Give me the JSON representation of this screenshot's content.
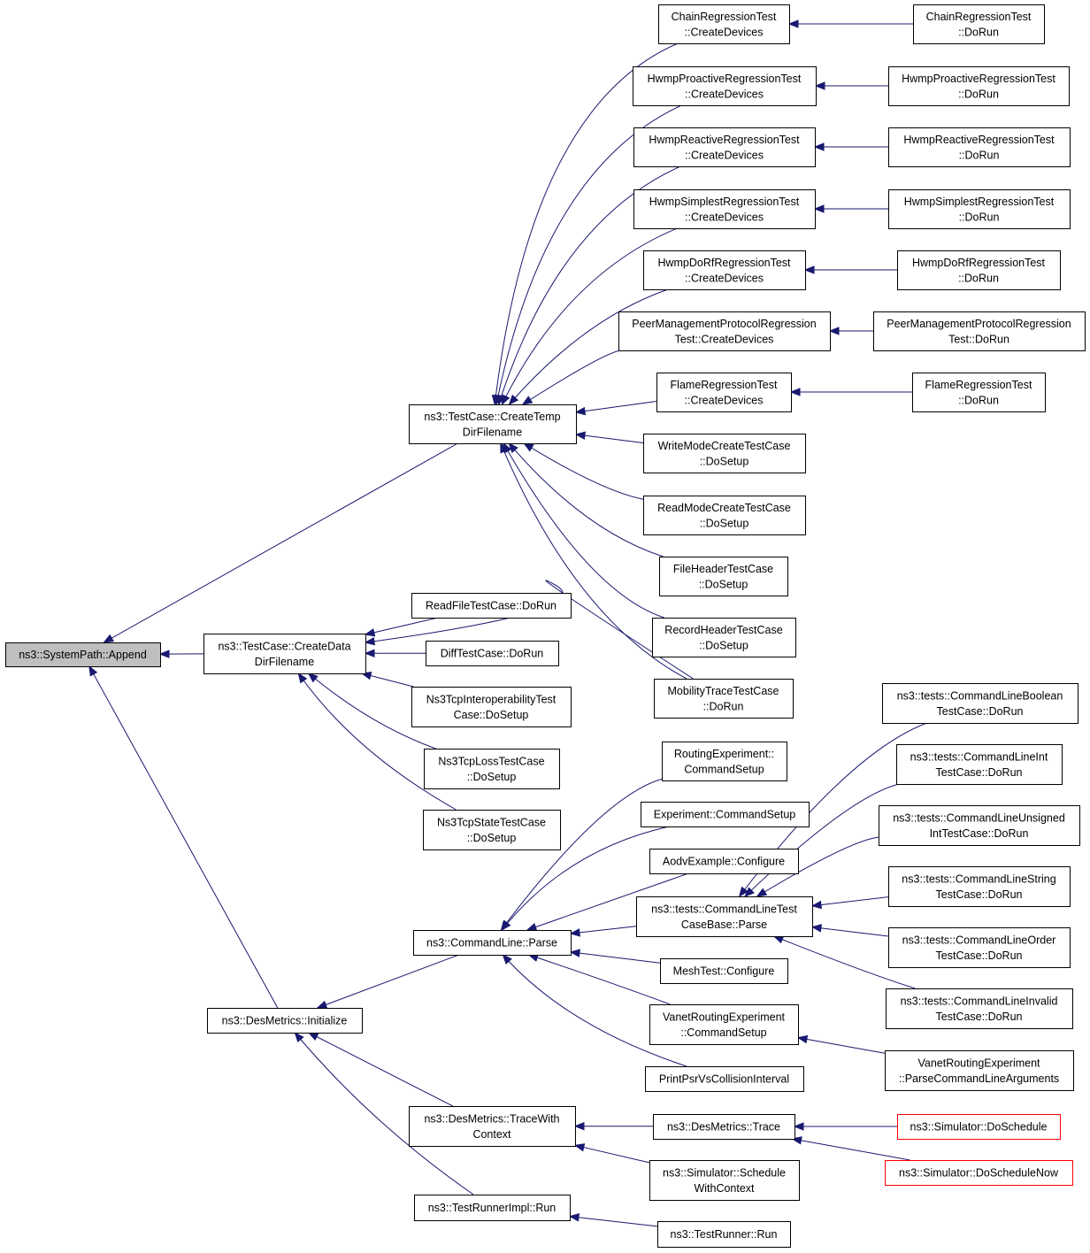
{
  "diagram": {
    "type": "call-graph",
    "colors": {
      "edge": "#191970",
      "root_fill": "#bfbfbf",
      "truncated_border": "#ff0000",
      "node_border": "#000000"
    },
    "nodes": [
      {
        "id": "append",
        "lines": [
          "ns3::SystemPath::Append"
        ],
        "root": true
      },
      {
        "id": "createTemp",
        "lines": [
          "ns3::TestCase::CreateTemp",
          "DirFilename"
        ]
      },
      {
        "id": "createData",
        "lines": [
          "ns3::TestCase::CreateData",
          "DirFilename"
        ]
      },
      {
        "id": "desInit",
        "lines": [
          "ns3::DesMetrics::Initialize"
        ]
      },
      {
        "id": "chainCD",
        "lines": [
          "ChainRegressionTest",
          "::CreateDevices"
        ]
      },
      {
        "id": "chainRun",
        "lines": [
          "ChainRegressionTest",
          "::DoRun"
        ]
      },
      {
        "id": "proCD",
        "lines": [
          "HwmpProactiveRegressionTest",
          "::CreateDevices"
        ]
      },
      {
        "id": "proRun",
        "lines": [
          "HwmpProactiveRegressionTest",
          "::DoRun"
        ]
      },
      {
        "id": "reaCD",
        "lines": [
          "HwmpReactiveRegressionTest",
          "::CreateDevices"
        ]
      },
      {
        "id": "reaRun",
        "lines": [
          "HwmpReactiveRegressionTest",
          "::DoRun"
        ]
      },
      {
        "id": "simCD",
        "lines": [
          "HwmpSimplestRegressionTest",
          "::CreateDevices"
        ]
      },
      {
        "id": "simRun",
        "lines": [
          "HwmpSimplestRegressionTest",
          "::DoRun"
        ]
      },
      {
        "id": "dorfCD",
        "lines": [
          "HwmpDoRfRegressionTest",
          "::CreateDevices"
        ]
      },
      {
        "id": "dorfRun",
        "lines": [
          "HwmpDoRfRegressionTest",
          "::DoRun"
        ]
      },
      {
        "id": "peerCD",
        "lines": [
          "PeerManagementProtocolRegression",
          "Test::CreateDevices"
        ]
      },
      {
        "id": "peerRun",
        "lines": [
          "PeerManagementProtocolRegression",
          "Test::DoRun"
        ]
      },
      {
        "id": "flameCD",
        "lines": [
          "FlameRegressionTest",
          "::CreateDevices"
        ]
      },
      {
        "id": "flameRun",
        "lines": [
          "FlameRegressionTest",
          "::DoRun"
        ]
      },
      {
        "id": "writeMode",
        "lines": [
          "WriteModeCreateTestCase",
          "::DoSetup"
        ]
      },
      {
        "id": "readMode",
        "lines": [
          "ReadModeCreateTestCase",
          "::DoSetup"
        ]
      },
      {
        "id": "fileHeader",
        "lines": [
          "FileHeaderTestCase",
          "::DoSetup"
        ]
      },
      {
        "id": "recordHeader",
        "lines": [
          "RecordHeaderTestCase",
          "::DoSetup"
        ]
      },
      {
        "id": "mobility",
        "lines": [
          "MobilityTraceTestCase",
          "::DoRun"
        ]
      },
      {
        "id": "readFile",
        "lines": [
          "ReadFileTestCase::DoRun"
        ]
      },
      {
        "id": "diffTest",
        "lines": [
          "DiffTestCase::DoRun"
        ]
      },
      {
        "id": "tcpInterop",
        "lines": [
          "Ns3TcpInteroperabilityTest",
          "Case::DoSetup"
        ]
      },
      {
        "id": "tcpLoss",
        "lines": [
          "Ns3TcpLossTestCase",
          "::DoSetup"
        ]
      },
      {
        "id": "tcpState",
        "lines": [
          "Ns3TcpStateTestCase",
          "::DoSetup"
        ]
      },
      {
        "id": "cmdParse",
        "lines": [
          "ns3::CommandLine::Parse"
        ]
      },
      {
        "id": "routingExp",
        "lines": [
          "RoutingExperiment::",
          "CommandSetup"
        ]
      },
      {
        "id": "experiment",
        "lines": [
          "Experiment::CommandSetup"
        ]
      },
      {
        "id": "aodv",
        "lines": [
          "AodvExample::Configure"
        ]
      },
      {
        "id": "cltParse",
        "lines": [
          "ns3::tests::CommandLineTest",
          "CaseBase::Parse"
        ]
      },
      {
        "id": "meshTest",
        "lines": [
          "MeshTest::Configure"
        ]
      },
      {
        "id": "vanetCS",
        "lines": [
          "VanetRoutingExperiment",
          "::CommandSetup"
        ]
      },
      {
        "id": "printPsr",
        "lines": [
          "PrintPsrVsCollisionInterval"
        ]
      },
      {
        "id": "clBool",
        "lines": [
          "ns3::tests::CommandLineBoolean",
          "TestCase::DoRun"
        ]
      },
      {
        "id": "clInt",
        "lines": [
          "ns3::tests::CommandLineInt",
          "TestCase::DoRun"
        ]
      },
      {
        "id": "clUnsigned",
        "lines": [
          "ns3::tests::CommandLineUnsigned",
          "IntTestCase::DoRun"
        ]
      },
      {
        "id": "clString",
        "lines": [
          "ns3::tests::CommandLineString",
          "TestCase::DoRun"
        ]
      },
      {
        "id": "clOrder",
        "lines": [
          "ns3::tests::CommandLineOrder",
          "TestCase::DoRun"
        ]
      },
      {
        "id": "clInvalid",
        "lines": [
          "ns3::tests::CommandLineInvalid",
          "TestCase::DoRun"
        ]
      },
      {
        "id": "vanetParse",
        "lines": [
          "VanetRoutingExperiment",
          "::ParseCommandLineArguments"
        ]
      },
      {
        "id": "traceWith",
        "lines": [
          "ns3::DesMetrics::TraceWith",
          "Context"
        ]
      },
      {
        "id": "testRunnerImpl",
        "lines": [
          "ns3::TestRunnerImpl::Run"
        ]
      },
      {
        "id": "desTrace",
        "lines": [
          "ns3::DesMetrics::Trace"
        ]
      },
      {
        "id": "simSchedule",
        "lines": [
          "ns3::Simulator::Schedule",
          "WithContext"
        ]
      },
      {
        "id": "testRunner",
        "lines": [
          "ns3::TestRunner::Run"
        ]
      },
      {
        "id": "doSchedule",
        "lines": [
          "ns3::Simulator::DoSchedule"
        ],
        "truncated": true
      },
      {
        "id": "doScheduleNow",
        "lines": [
          "ns3::Simulator::DoScheduleNow"
        ],
        "truncated": true
      }
    ],
    "edges": [
      [
        "createTemp",
        "append"
      ],
      [
        "createData",
        "append"
      ],
      [
        "desInit",
        "append"
      ],
      [
        "chainCD",
        "createTemp"
      ],
      [
        "proCD",
        "createTemp"
      ],
      [
        "reaCD",
        "createTemp"
      ],
      [
        "simCD",
        "createTemp"
      ],
      [
        "dorfCD",
        "createTemp"
      ],
      [
        "peerCD",
        "createTemp"
      ],
      [
        "flameCD",
        "createTemp"
      ],
      [
        "writeMode",
        "createTemp"
      ],
      [
        "readMode",
        "createTemp"
      ],
      [
        "fileHeader",
        "createTemp"
      ],
      [
        "recordHeader",
        "createTemp"
      ],
      [
        "mobility",
        "createTemp"
      ],
      [
        "chainRun",
        "chainCD"
      ],
      [
        "proRun",
        "proCD"
      ],
      [
        "reaRun",
        "reaCD"
      ],
      [
        "simRun",
        "simCD"
      ],
      [
        "dorfRun",
        "dorfCD"
      ],
      [
        "peerRun",
        "peerCD"
      ],
      [
        "flameRun",
        "flameCD"
      ],
      [
        "mobility",
        "createData"
      ],
      [
        "readFile",
        "createData"
      ],
      [
        "diffTest",
        "createData"
      ],
      [
        "tcpInterop",
        "createData"
      ],
      [
        "tcpLoss",
        "createData"
      ],
      [
        "tcpState",
        "createData"
      ],
      [
        "cmdParse",
        "desInit"
      ],
      [
        "traceWith",
        "desInit"
      ],
      [
        "testRunnerImpl",
        "desInit"
      ],
      [
        "routingExp",
        "cmdParse"
      ],
      [
        "experiment",
        "cmdParse"
      ],
      [
        "aodv",
        "cmdParse"
      ],
      [
        "cltParse",
        "cmdParse"
      ],
      [
        "meshTest",
        "cmdParse"
      ],
      [
        "vanetCS",
        "cmdParse"
      ],
      [
        "printPsr",
        "cmdParse"
      ],
      [
        "clBool",
        "cltParse"
      ],
      [
        "clInt",
        "cltParse"
      ],
      [
        "clUnsigned",
        "cltParse"
      ],
      [
        "clString",
        "cltParse"
      ],
      [
        "clOrder",
        "cltParse"
      ],
      [
        "clInvalid",
        "cltParse"
      ],
      [
        "vanetParse",
        "vanetCS"
      ],
      [
        "desTrace",
        "traceWith"
      ],
      [
        "simSchedule",
        "traceWith"
      ],
      [
        "doSchedule",
        "desTrace"
      ],
      [
        "doScheduleNow",
        "desTrace"
      ],
      [
        "testRunner",
        "testRunnerImpl"
      ]
    ]
  }
}
